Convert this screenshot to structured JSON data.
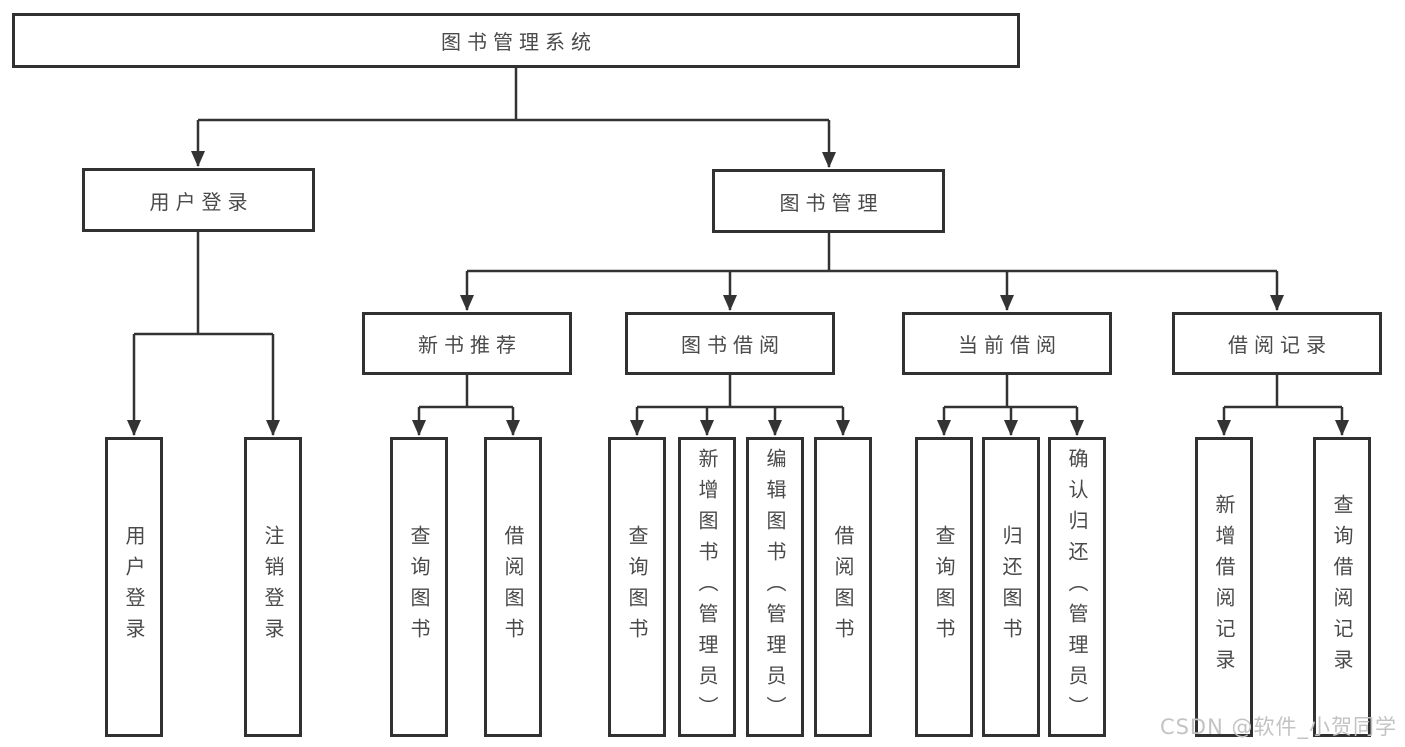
{
  "diagram_title": "图书管理系统",
  "tree": {
    "label": "图书管理系统",
    "children": [
      {
        "label": "用户登录",
        "children": [
          {
            "label": "用户登录"
          },
          {
            "label": "注销登录"
          }
        ]
      },
      {
        "label": "图书管理",
        "children": [
          {
            "label": "新书推荐",
            "children": [
              {
                "label": "查询图书"
              },
              {
                "label": "借阅图书"
              }
            ]
          },
          {
            "label": "图书借阅",
            "children": [
              {
                "label": "查询图书"
              },
              {
                "label": "新增图书（管理员）"
              },
              {
                "label": "编辑图书（管理员）"
              },
              {
                "label": "借阅图书"
              }
            ]
          },
          {
            "label": "当前借阅",
            "children": [
              {
                "label": "查询图书"
              },
              {
                "label": "归还图书"
              },
              {
                "label": "确认归还（管理员）"
              }
            ]
          },
          {
            "label": "借阅记录",
            "children": [
              {
                "label": "新增借阅记录"
              },
              {
                "label": "查询借阅记录"
              }
            ]
          }
        ]
      }
    ]
  },
  "watermark": {
    "text": "CSDN @软件_小贺同学"
  },
  "colors": {
    "line": "#333333",
    "box_border": "#313131",
    "text": "#4a4a4a",
    "watermark": "#c3c3c3",
    "background": "#ffffff"
  }
}
